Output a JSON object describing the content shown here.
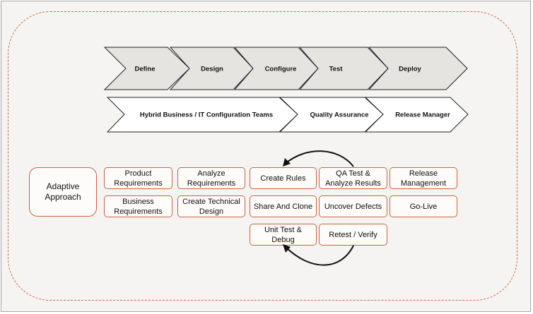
{
  "phases": [
    "Define",
    "Design",
    "Configure",
    "Test",
    "Deploy"
  ],
  "teams": [
    "Hybrid Business / IT Configuration Teams",
    "Quality Assurance",
    "Release Manager"
  ],
  "adaptive_label": "Adaptive\nApproach",
  "activities": {
    "product_requirements": "Product\nRequirements",
    "business_requirements": "Business\nRequirements",
    "analyze_requirements": "Analyze\nRequirements",
    "create_technical_design": "Create Technical\nDesign",
    "create_rules": "Create Rules",
    "share_and_clone": "Share And Clone",
    "unit_test_debug": "Unit Test &\nDebug",
    "qa_test_analyze": "QA Test &\nAnalyze Results",
    "uncover_defects": "Uncover Defects",
    "retest_verify": "Retest / Verify",
    "release_management": "Release\nManagement",
    "go_live": "Go-Live"
  },
  "colors": {
    "chevron_fill": "#e6e4e1",
    "box_border": "#c9653c",
    "dashed_border": "#cf6a3f",
    "background": "#f6f4f2"
  }
}
